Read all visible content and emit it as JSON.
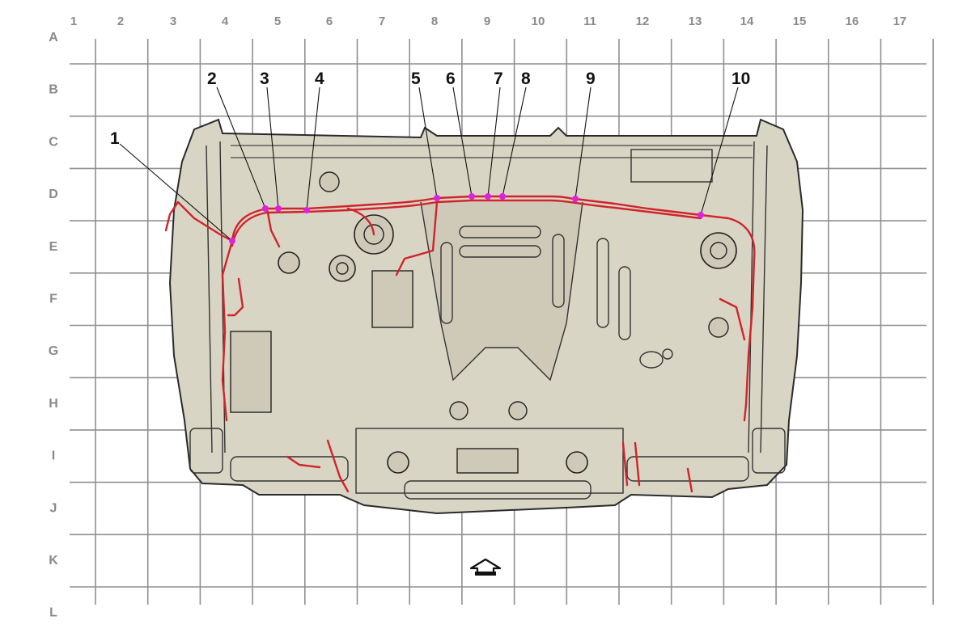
{
  "grid": {
    "columns": [
      "1",
      "2",
      "3",
      "4",
      "5",
      "6",
      "7",
      "8",
      "9",
      "10",
      "11",
      "12",
      "13",
      "14",
      "15",
      "16",
      "17"
    ],
    "rows": [
      "A",
      "B",
      "C",
      "D",
      "E",
      "F",
      "G",
      "H",
      "I",
      "J",
      "K",
      "L"
    ],
    "line_color": "#8f8f8f"
  },
  "callouts": [
    {
      "label": "1"
    },
    {
      "label": "2"
    },
    {
      "label": "3"
    },
    {
      "label": "4"
    },
    {
      "label": "5"
    },
    {
      "label": "6"
    },
    {
      "label": "7"
    },
    {
      "label": "8"
    },
    {
      "label": "9"
    },
    {
      "label": "10"
    }
  ],
  "colors": {
    "body_fill": "#d9d5c4",
    "body_outline": "#2a2a2a",
    "harness": "#d0242c",
    "connector": "#e020e0",
    "callout_text": "#111111",
    "label_text": "#8a8a8a"
  },
  "icons": {
    "front_direction": "front-arrow-icon"
  }
}
